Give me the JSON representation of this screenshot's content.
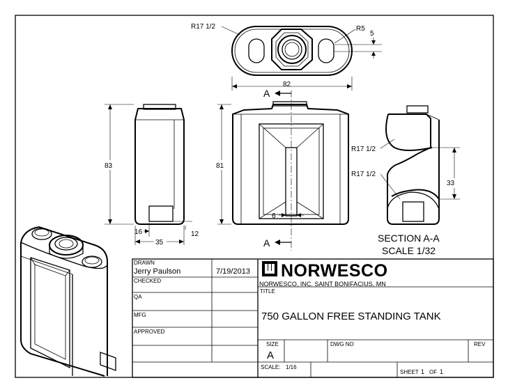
{
  "drawing": {
    "top_view": {
      "radius_left": "R17 1/2",
      "radius_right": "R5",
      "small_dim": "5",
      "width": "82"
    },
    "side_view": {
      "height": "83",
      "base_offset": "16",
      "foot_height": "12",
      "depth": "35"
    },
    "front_view": {
      "height": "81",
      "channel_width": "6",
      "section_marker": "A"
    },
    "section_view": {
      "radius_upper": "R17 1/2",
      "radius_lower": "R17 1/2",
      "span": "33",
      "caption": "SECTION A-A",
      "scale": "SCALE 1/32"
    }
  },
  "title_block": {
    "drawn_label": "DRAWN",
    "drawn_by": "Jerry Paulson",
    "drawn_date": "7/19/2013",
    "checked_label": "CHECKED",
    "qa_label": "QA",
    "mfg_label": "MFG",
    "approved_label": "APPROVED",
    "company_logo": "NORWESCO",
    "company_address": "NORWESCO, INC.  SAINT BONIFACIUS, MN",
    "title_label": "TITLE",
    "title": "750 GALLON FREE STANDING TANK",
    "size_label": "SIZE",
    "size": "A",
    "dwg_no_label": "DWG NO",
    "rev_label": "REV",
    "scale_label": "SCALE:",
    "scale": "1/16",
    "sheet_label": "SHEET",
    "sheet_num": "1",
    "sheet_of": "OF",
    "sheet_total": "1"
  },
  "colors": {
    "ink": "#000000",
    "paper": "#ffffff"
  }
}
